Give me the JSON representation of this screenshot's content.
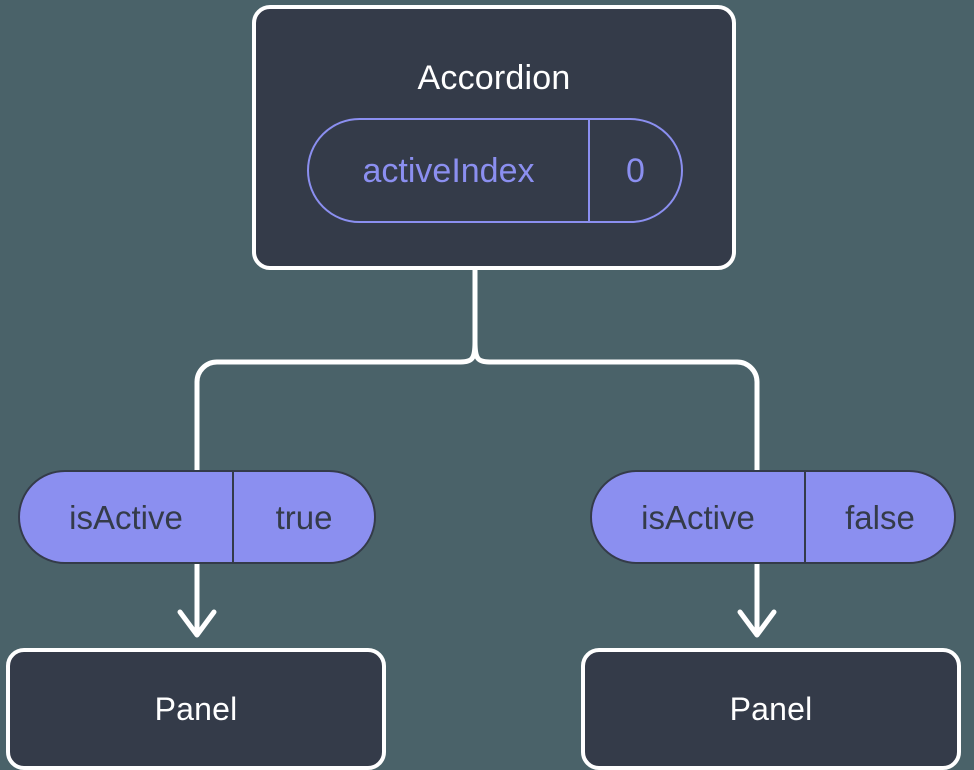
{
  "diagram": {
    "type": "component-tree",
    "background_color": "#4a6269",
    "node_fill_color": "#343b49",
    "node_border_color": "#ffffff",
    "accent_color": "#8b8ff0",
    "connector_color": "#ffffff"
  },
  "root": {
    "title": "Accordion",
    "state": {
      "key": "activeIndex",
      "value": "0"
    }
  },
  "children": [
    {
      "prop": {
        "key": "isActive",
        "value": "true"
      },
      "title": "Panel"
    },
    {
      "prop": {
        "key": "isActive",
        "value": "false"
      },
      "title": "Panel"
    }
  ]
}
